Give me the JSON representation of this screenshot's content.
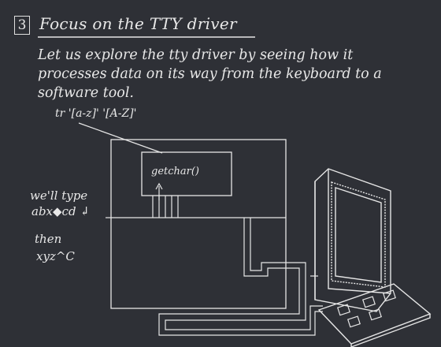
{
  "slide": {
    "number": "3",
    "title": "Focus on the TTY driver",
    "intro": "Let us explore the tty driver by seeing how it processes data on its way from the keyboard to a software tool."
  },
  "diagram": {
    "command_label": "tr '[a-z]' '[A-Z]'",
    "process_label": "getchar()",
    "typing_line1": "we'll type",
    "typing_line2": "abx◆cd ↲",
    "then_label": "then",
    "ctrl_input": "xyz^C"
  }
}
